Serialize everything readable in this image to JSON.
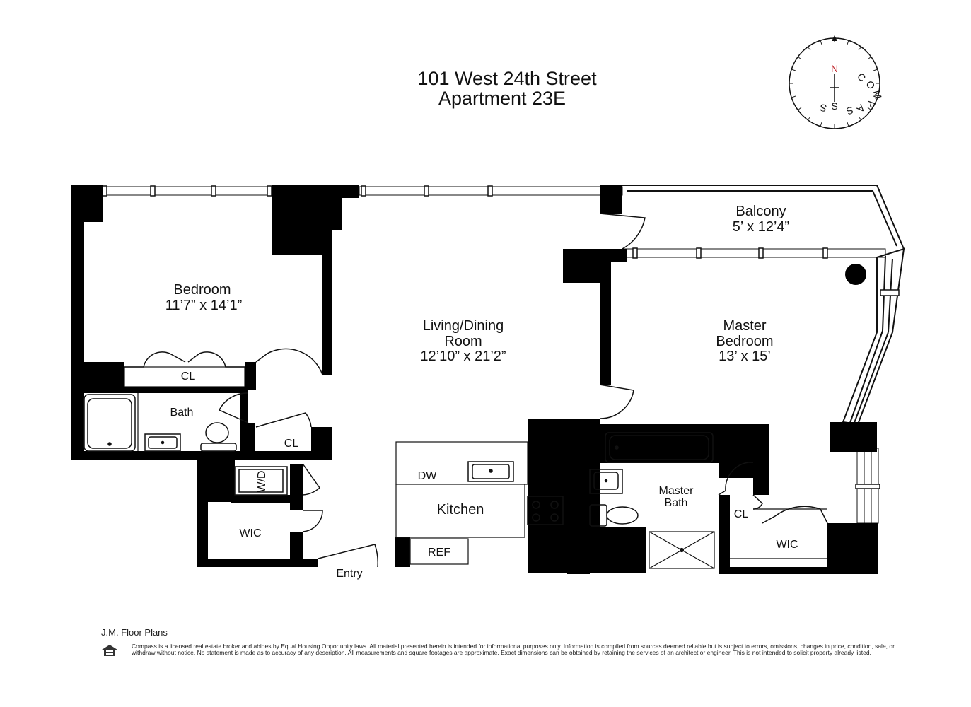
{
  "title": {
    "line1": "101 West 24th Street",
    "line2": "Apartment 23E"
  },
  "compass": {
    "north": "N",
    "south": "S",
    "letters": [
      "C",
      "O",
      "M",
      "P",
      "A",
      "S",
      "S"
    ]
  },
  "rooms": {
    "bedroom": {
      "name": "Bedroom",
      "dims": "11’7” x 14’1”"
    },
    "living": {
      "name1": "Living/Dining",
      "name2": "Room",
      "dims": "12’10” x 21’2”"
    },
    "master_bedroom": {
      "name1": "Master",
      "name2": "Bedroom",
      "dims": "13’ x 15’"
    },
    "balcony": {
      "name": "Balcony",
      "dims": "5’ x 12’4”"
    },
    "kitchen": {
      "name": "Kitchen"
    },
    "master_bath": {
      "name1": "Master",
      "name2": "Bath"
    },
    "bath": {
      "name": "Bath"
    }
  },
  "labels": {
    "cl_bedroom": "CL",
    "cl_hall": "CL",
    "cl_master": "CL",
    "wic_left": "WIC",
    "wic_master": "WIC",
    "washer_dryer": "W/D",
    "dishwasher": "DW",
    "refrigerator": "REF",
    "entry": "Entry"
  },
  "footer": {
    "credit": "J.M. Floor Plans",
    "disclaimer": "Compass is a licensed real estate broker and abides by Equal Housing Opportunity laws. All material presented herein is intended for informational purposes only. Information is compiled from sources deemed reliable but is subject to errors, omissions, changes in price, condition, sale, or withdraw without notice. No statement is made as to accuracy of any description. All measurements and square footages are approximate. Exact dimensions can be obtained by retaining the services of an architect or engineer. This is not intended to solicit property already listed."
  }
}
